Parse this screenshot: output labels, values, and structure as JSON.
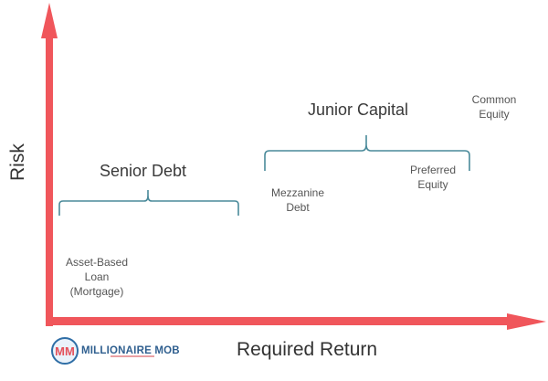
{
  "diagram": {
    "y_axis_label": "Risk",
    "x_axis_label": "Required Return",
    "axis_color": "#f0565b",
    "bracket_color": "#4a8a9a",
    "groups": [
      {
        "title": "Senior Debt"
      },
      {
        "title": "Junior Capital"
      }
    ],
    "items": [
      {
        "lines": [
          "Asset-Based",
          "Loan",
          "(Mortgage)"
        ]
      },
      {
        "lines": [
          "Mezzanine",
          "Debt"
        ]
      },
      {
        "lines": [
          "Preferred",
          "Equity"
        ]
      },
      {
        "lines": [
          "Common",
          "Equity"
        ]
      }
    ]
  },
  "logo": {
    "mark": "MM",
    "name": "MILLIONAIRE MOB"
  }
}
